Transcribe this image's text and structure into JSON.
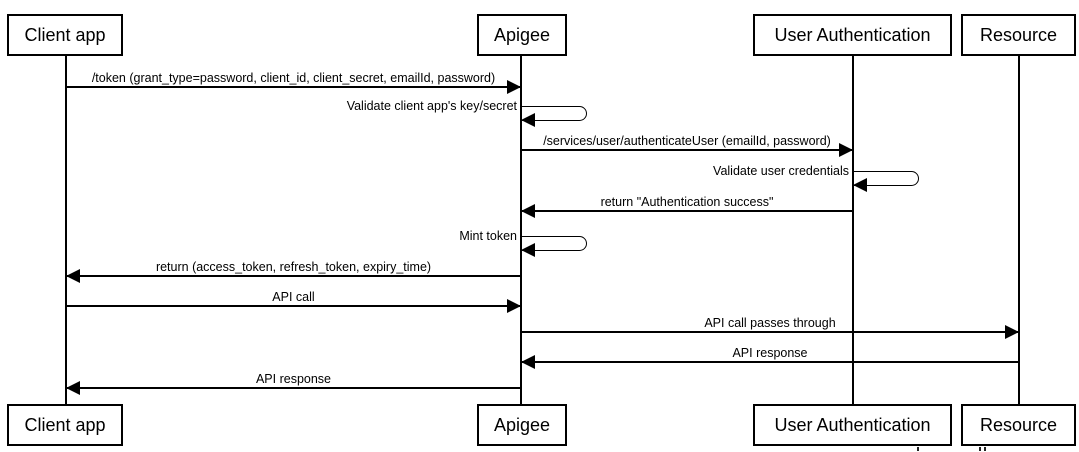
{
  "diagram": {
    "type": "sequence",
    "background_color": "#ffffff",
    "line_color": "#000000",
    "actors": [
      {
        "label": "Client app"
      },
      {
        "label": "Apigee"
      },
      {
        "label": "User Authentication"
      },
      {
        "label": "Resource"
      }
    ],
    "messages": [
      {
        "kind": "call",
        "from": "Client app",
        "to": "Apigee",
        "label": "/token (grant_type=password, client_id, client_secret, emailId, password)"
      },
      {
        "kind": "self",
        "actor": "Apigee",
        "label": "Validate client app's key/secret"
      },
      {
        "kind": "call",
        "from": "Apigee",
        "to": "User Authentication",
        "label": "/services/user/authenticateUser (emailId, password)"
      },
      {
        "kind": "self",
        "actor": "User Authentication",
        "label": "Validate user credentials"
      },
      {
        "kind": "return",
        "from": "User Authentication",
        "to": "Apigee",
        "label": "return \"Authentication success\""
      },
      {
        "kind": "self",
        "actor": "Apigee",
        "label": "Mint token"
      },
      {
        "kind": "return",
        "from": "Apigee",
        "to": "Client app",
        "label": "return (access_token, refresh_token, expiry_time)"
      },
      {
        "kind": "call",
        "from": "Client app",
        "to": "Apigee",
        "label": "API call"
      },
      {
        "kind": "call",
        "from": "Apigee",
        "to": "Resource",
        "label": "API call passes through"
      },
      {
        "kind": "return",
        "from": "Resource",
        "to": "Apigee",
        "label": "API response"
      },
      {
        "kind": "return",
        "from": "Apigee",
        "to": "Client app",
        "label": "API response"
      }
    ]
  }
}
